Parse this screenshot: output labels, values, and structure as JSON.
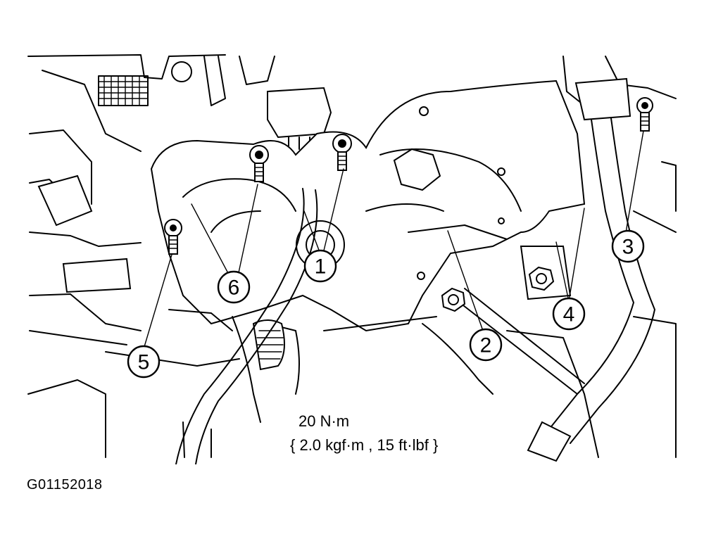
{
  "figure_code": "G01152018",
  "callouts": [
    {
      "id": "1",
      "label": "1"
    },
    {
      "id": "2",
      "label": "2"
    },
    {
      "id": "3",
      "label": "3"
    },
    {
      "id": "4",
      "label": "4"
    },
    {
      "id": "5",
      "label": "5"
    },
    {
      "id": "6",
      "label": "6"
    }
  ],
  "torque_spec": {
    "metric": "20 N·m",
    "imperial": "{ 2.0 kgf·m , 15 ft·lbf }"
  }
}
